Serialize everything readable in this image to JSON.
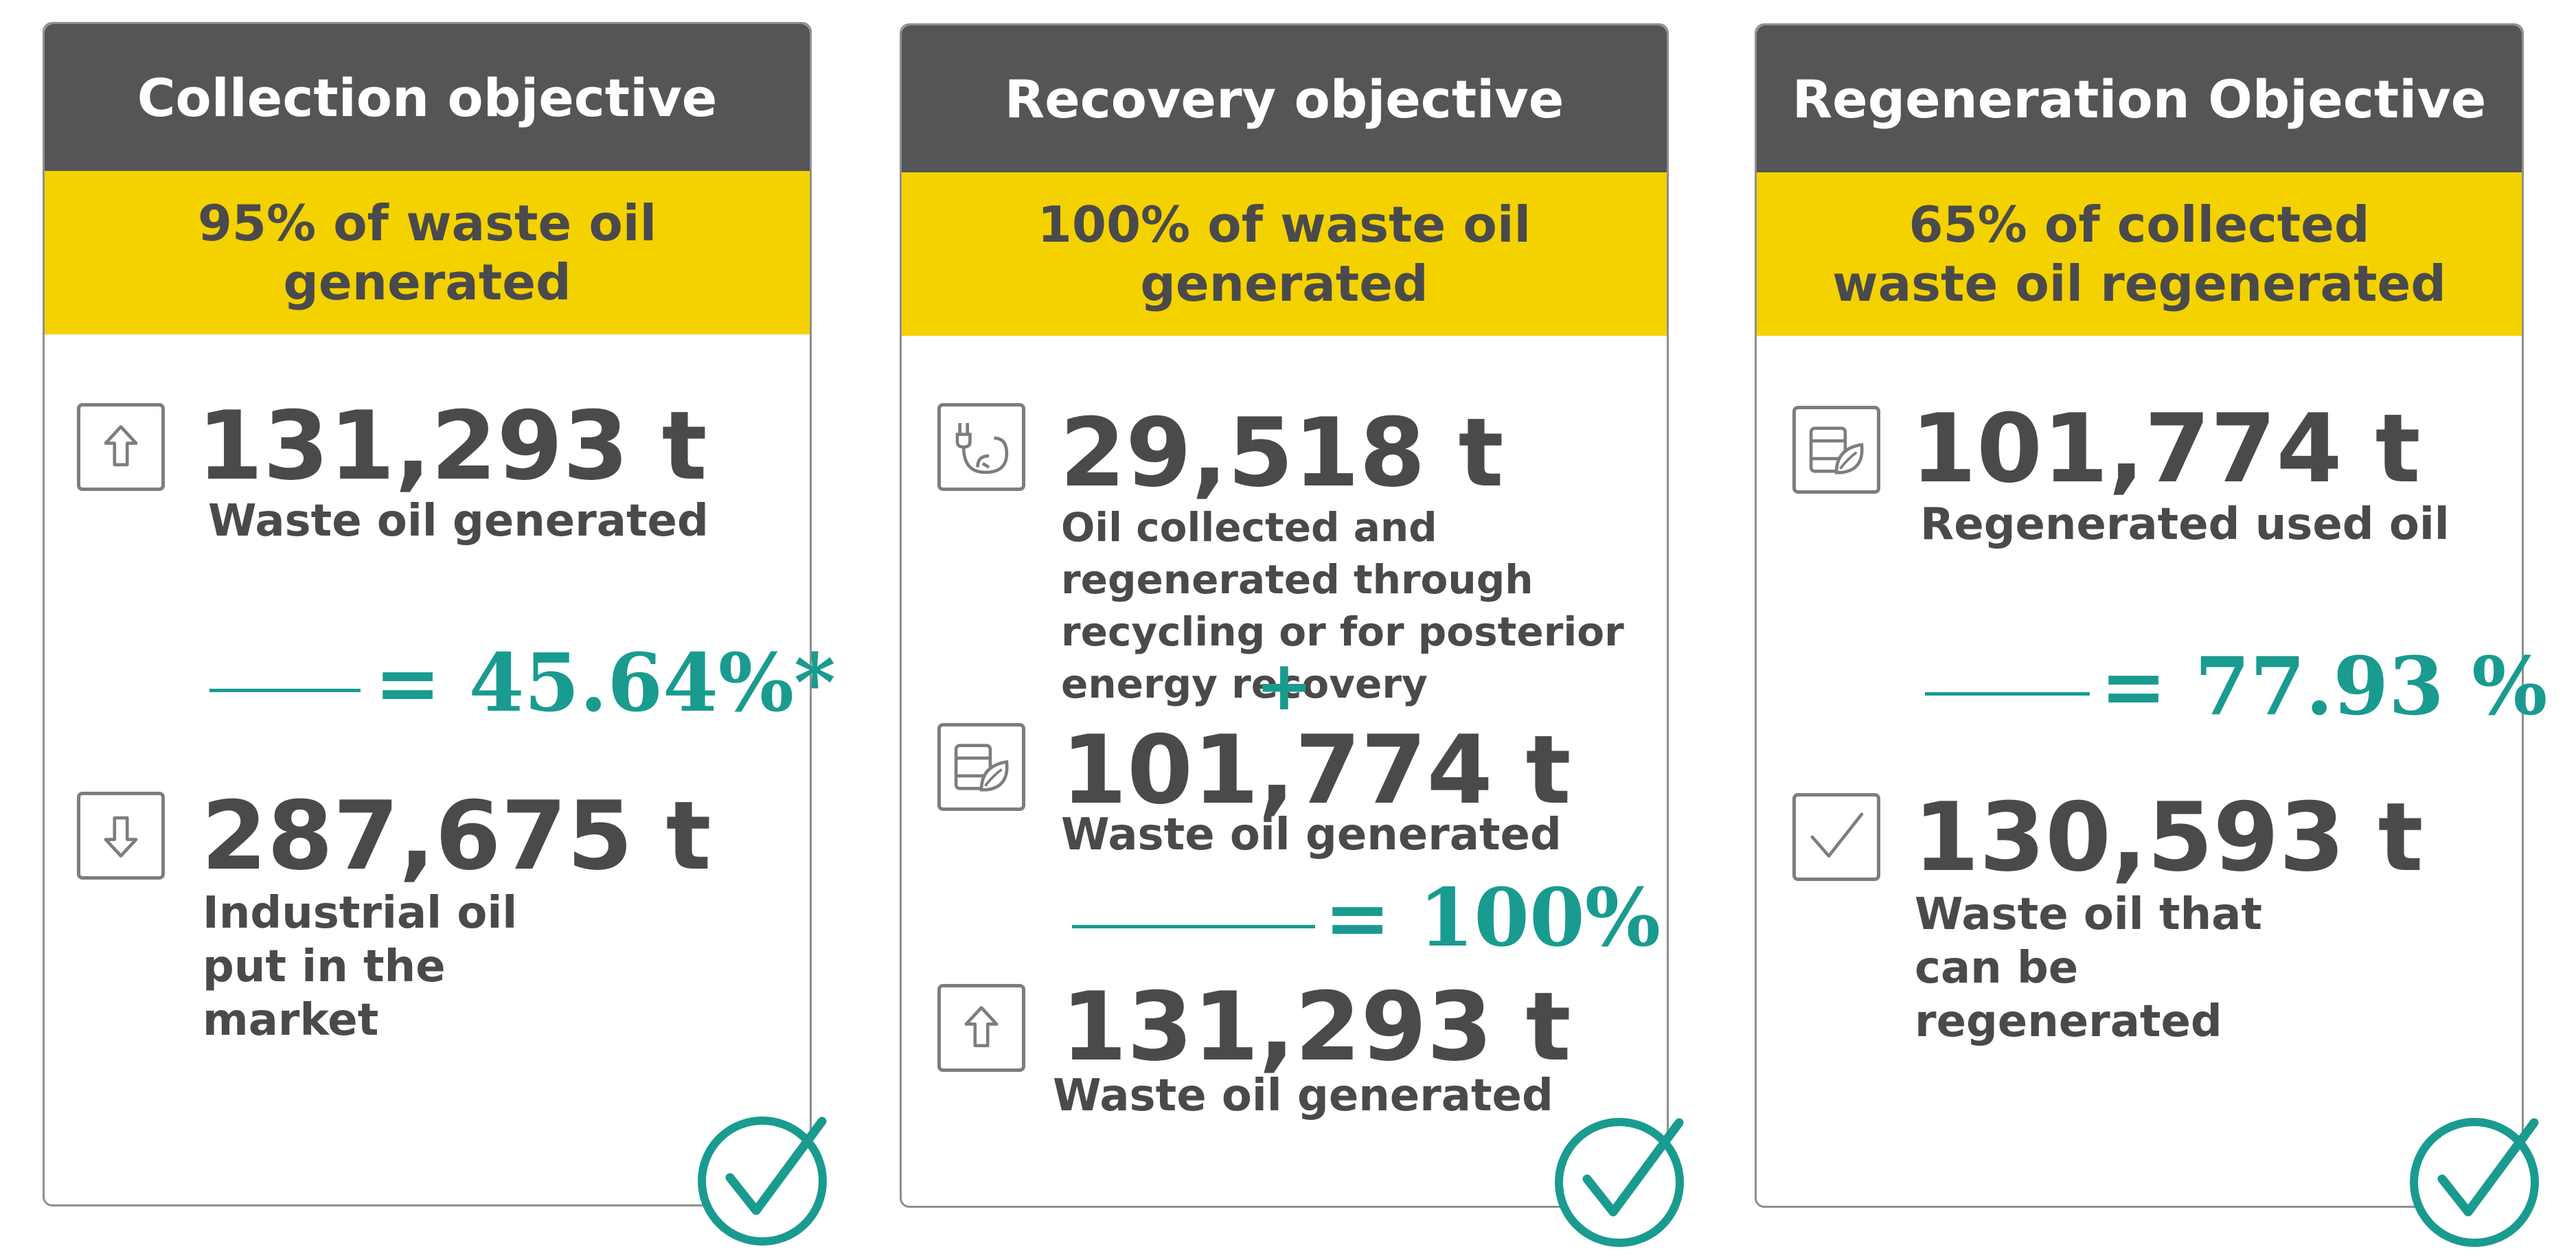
{
  "colors": {
    "header": "#555557",
    "band": "#f4d200",
    "accent": "#1a9b8f",
    "text": "#4a4a4c"
  },
  "cards": [
    {
      "title": "Collection objective",
      "target": "95% of waste oil generated",
      "top": {
        "icon": "arrow-up-icon",
        "value": "131,293 t",
        "label": "Waste oil generated"
      },
      "result": "= 45.64%*",
      "bottom": {
        "icon": "arrow-down-icon",
        "value": "287,675 t",
        "label": "Industrial oil put in the market"
      }
    },
    {
      "title": "Recovery objective",
      "target": "100% of waste oil generated",
      "top": {
        "icon": "energy-recovery-icon",
        "value": "29,518 t",
        "label": "Oil collected and regenerated through recycling or for posterior energy recovery"
      },
      "plus": "+",
      "middle": {
        "icon": "regeneration-barrel-icon",
        "value": "101,774 t",
        "label": "Waste oil generated"
      },
      "result": "= 100%",
      "bottom": {
        "icon": "arrow-up-icon",
        "value": "131,293 t",
        "label": "Waste oil generated"
      }
    },
    {
      "title": "Regeneration Objective",
      "target": "65% of collected waste oil regenerated",
      "top": {
        "icon": "regeneration-barrel-icon",
        "value": "101,774 t",
        "label": "Regenerated used oil"
      },
      "result": "= 77.93 %",
      "bottom": {
        "icon": "checkbox-icon",
        "value": "130,593 t",
        "label": "Waste oil that can be regenerated"
      }
    }
  ]
}
